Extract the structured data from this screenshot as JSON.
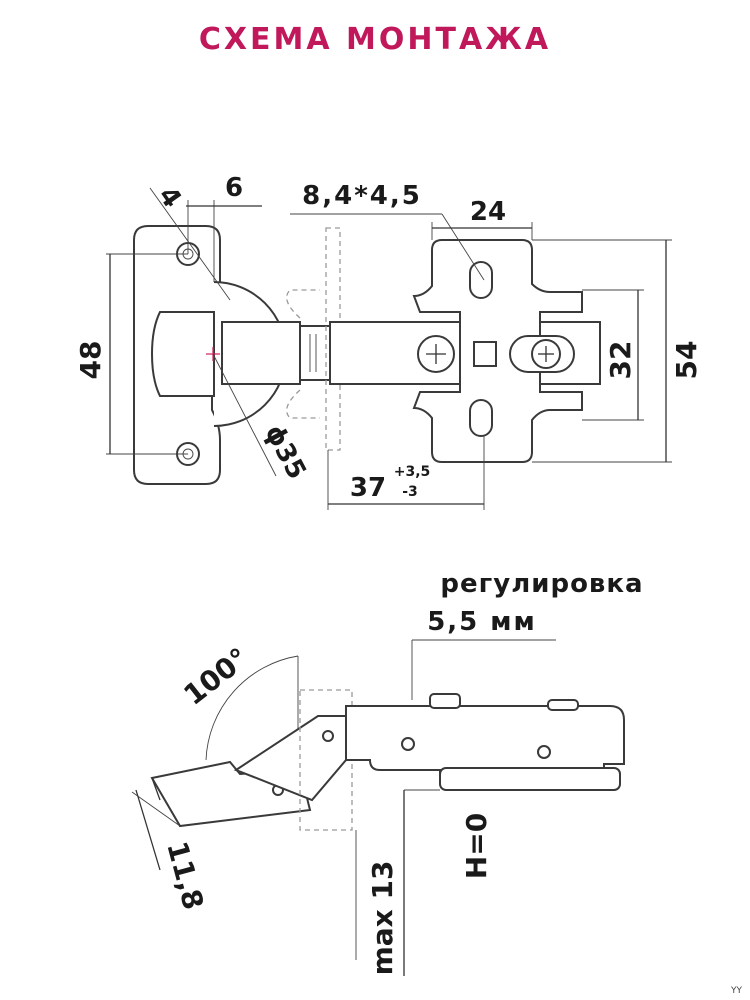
{
  "title": "СХЕМА МОНТАЖА",
  "colors": {
    "title": "#c0185a",
    "line": "#333333",
    "center_mark": "#d0205a"
  },
  "top_view": {
    "dim_4": "4",
    "dim_6": "6",
    "dim_hole": "8,4*4,5",
    "dim_24": "24",
    "dim_48": "48",
    "dim_32": "32",
    "dim_54": "54",
    "dim_diameter": "ϕ35",
    "dim_37": "37",
    "dim_37_upper": "+3,5",
    "dim_37_lower": "-3"
  },
  "side_view": {
    "angle": "100°",
    "adjust_label": "регулировка",
    "adjust_value": "5,5 мм",
    "dim_11_8": "11,8",
    "dim_max13": "max 13",
    "dim_h0": "H=0"
  },
  "watermark": "YY"
}
